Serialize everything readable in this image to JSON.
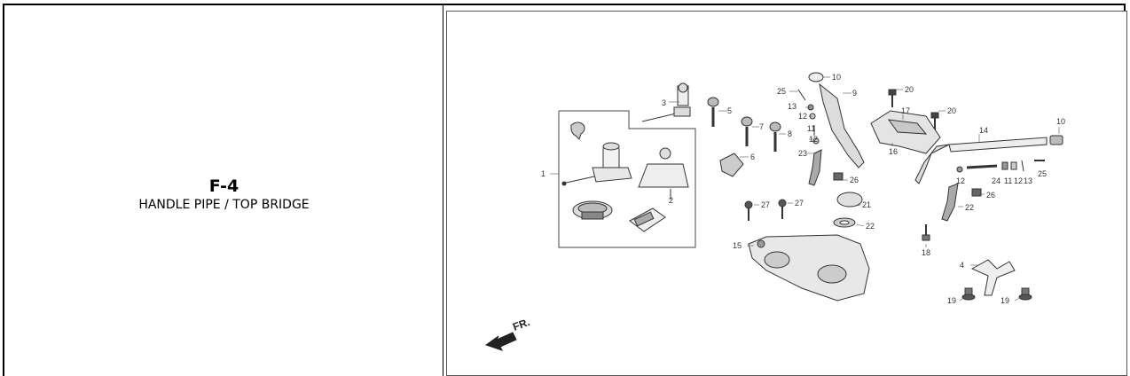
{
  "header": {
    "code": "F-4",
    "title": "HANDLE PIPE / TOP BRIDGE"
  },
  "diagram": {
    "direction_label": "FR.",
    "callouts": [
      {
        "id": "c1",
        "text": "1"
      },
      {
        "id": "c2",
        "text": "2"
      },
      {
        "id": "c3",
        "text": "3"
      },
      {
        "id": "c4",
        "text": "4"
      },
      {
        "id": "c5",
        "text": "5"
      },
      {
        "id": "c6",
        "text": "6"
      },
      {
        "id": "c7",
        "text": "7"
      },
      {
        "id": "c8",
        "text": "8"
      },
      {
        "id": "c9",
        "text": "9"
      },
      {
        "id": "c10a",
        "text": "10"
      },
      {
        "id": "c10b",
        "text": "10"
      },
      {
        "id": "c11a",
        "text": "11"
      },
      {
        "id": "c11b",
        "text": "11"
      },
      {
        "id": "c12a",
        "text": "12"
      },
      {
        "id": "c12b",
        "text": "12"
      },
      {
        "id": "c12c",
        "text": "12"
      },
      {
        "id": "c12d",
        "text": "12"
      },
      {
        "id": "c13a",
        "text": "13"
      },
      {
        "id": "c13b",
        "text": "13"
      },
      {
        "id": "c14",
        "text": "14"
      },
      {
        "id": "c15",
        "text": "15"
      },
      {
        "id": "c16",
        "text": "16"
      },
      {
        "id": "c17",
        "text": "17"
      },
      {
        "id": "c18",
        "text": "18"
      },
      {
        "id": "c19a",
        "text": "19"
      },
      {
        "id": "c19b",
        "text": "19"
      },
      {
        "id": "c20a",
        "text": "20"
      },
      {
        "id": "c20b",
        "text": "20"
      },
      {
        "id": "c21",
        "text": "21"
      },
      {
        "id": "c22a",
        "text": "22"
      },
      {
        "id": "c22b",
        "text": "22"
      },
      {
        "id": "c23",
        "text": "23"
      },
      {
        "id": "c24",
        "text": "24"
      },
      {
        "id": "c25a",
        "text": "25"
      },
      {
        "id": "c25b",
        "text": "25"
      },
      {
        "id": "c26a",
        "text": "26"
      },
      {
        "id": "c26b",
        "text": "26"
      },
      {
        "id": "c27a",
        "text": "27"
      },
      {
        "id": "c27b",
        "text": "27"
      }
    ]
  }
}
